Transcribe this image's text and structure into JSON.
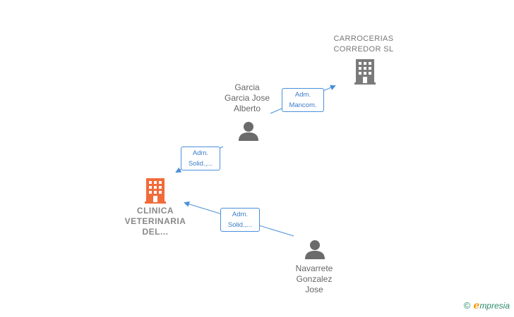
{
  "nodes": {
    "carrocerias": {
      "line1": "CARROCERIAS",
      "line2": "CORREDOR  SL"
    },
    "garcia": {
      "line1": "Garcia",
      "line2": "Garcia Jose",
      "line3": "Alberto"
    },
    "clinica": {
      "line1": "CLINICA",
      "line2": "VETERINARIA",
      "line3": "DEL..."
    },
    "navarrete": {
      "line1": "Navarrete",
      "line2": "Gonzalez",
      "line3": "Jose"
    }
  },
  "edges": {
    "garcia_carrocerias": {
      "line1": "Adm.",
      "line2": "Mancom."
    },
    "garcia_clinica": {
      "line1": "Adm.",
      "line2": "Solid.,..."
    },
    "navarrete_clinica": {
      "line1": "Adm.",
      "line2": "Solid.,..."
    }
  },
  "brand": {
    "copyright": "©",
    "e": "e",
    "rest": "mpresia"
  },
  "colors": {
    "main_company": "#f26b3a",
    "company": "#7a7a7a",
    "person": "#6b6b6b",
    "edge": "#4a90d9"
  },
  "icons": {
    "company": "building-icon",
    "person": "person-icon"
  }
}
